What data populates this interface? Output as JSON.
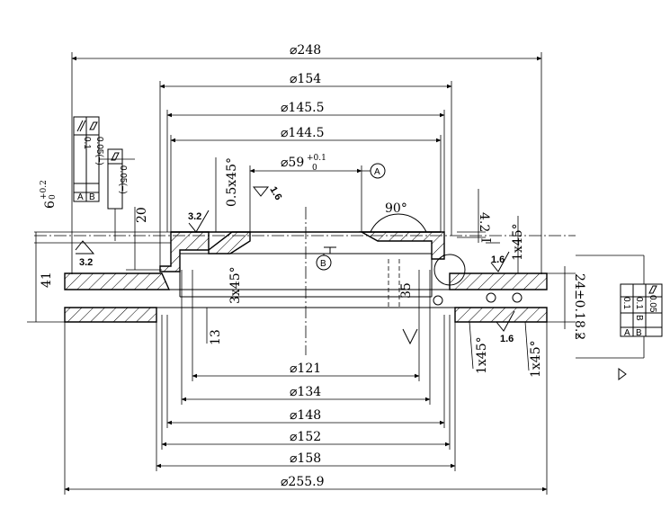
{
  "dimensions": {
    "d248": "⌀248",
    "d154": "⌀154",
    "d145_5": "⌀145.5",
    "d144_5": "⌀144.5",
    "d59": "⌀59",
    "d59_tol_upper": "+0.1",
    "d59_tol_lower": "0",
    "d121": "⌀121",
    "d134": "⌀134",
    "d148": "⌀148",
    "d152": "⌀152",
    "d158": "⌀158",
    "d255_9": "⌀255.9",
    "h6": "6",
    "h6_tol_upper": "+0.2",
    "h6_tol_lower": "0",
    "h20": "20",
    "h41": "41",
    "h13": "13",
    "h35": "35",
    "h4_2": "4.2",
    "h24": "24±0.1",
    "h8_2": "8.2",
    "angle90": "90°"
  },
  "chamfers": {
    "c05x45": "0.5x45°",
    "c3x45": "3x45°",
    "c1x45_top": "1x45°",
    "c1x45_bottom_left": "1x45°",
    "c1x45_bottom_right": "1x45°"
  },
  "roughness": {
    "r3_2_a": "3.2",
    "r3_2_b": "3.2",
    "r1_6_a": "1.6",
    "r1_6_b": "1.6",
    "r1_6_c": "1.6"
  },
  "datums": {
    "a": "A",
    "b": "B"
  },
  "detail_marker": "I",
  "small_mark": "x",
  "fcf_left": {
    "flatness_value": "0.05(–)",
    "parallel_value": "0.1",
    "datum1": "A",
    "datum2": "B"
  },
  "fcf_left2": {
    "flatness_value": "0.05(–)"
  },
  "fcf_right": {
    "flatness_value": "0.05",
    "parallel1_value": "0.1",
    "parallel1_datum": "B",
    "parallel2_value": "0.1",
    "datum1": "A",
    "datum2": "B"
  }
}
